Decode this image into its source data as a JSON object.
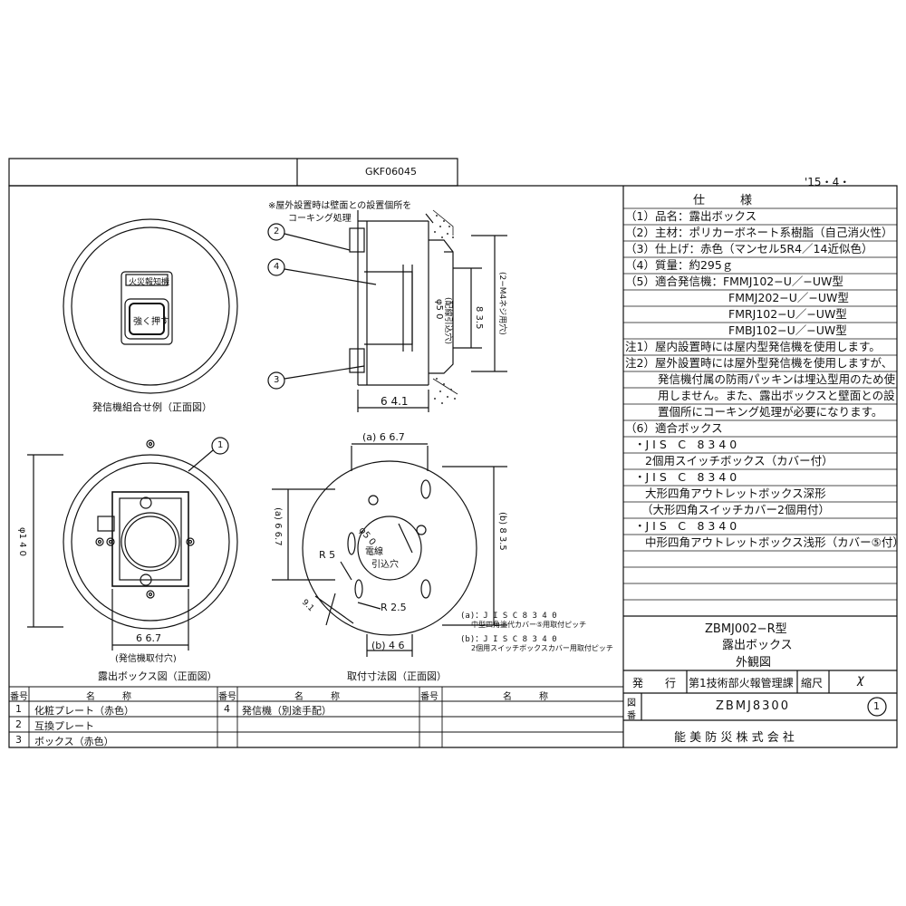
{
  "header": {
    "doc_code": "GKF06045",
    "date": "'15・4・"
  },
  "notes": {
    "caulking_1": "※屋外設置時は壁面との設置個所を",
    "caulking_2": "コーキング処理"
  },
  "figures": {
    "front_combo_caption": "発信機組合せ例（正面図）",
    "box_front_caption": "露出ボックス図（正面図）",
    "mount_caption": "取付寸法図（正面図）",
    "panel_label": "火災報知機",
    "button_label": "強く押す",
    "cable_label_1": "電線",
    "cable_label_2": "引込穴"
  },
  "dimensions": {
    "side_width": "6 4.1",
    "phi50_side": "φ5 0",
    "phi50_side_note": "(配線引込穴)",
    "d835_side": "8 3.5",
    "m4_note": "(2−M4ネジ用穴)",
    "phi140": "φ1 4 0",
    "d667_box": "6 6.7",
    "box_mount_note": "(発信機取付穴)",
    "a667_top": "(a) 6 6.7",
    "a667_left": "(a) 6 6.7",
    "b835_right": "(b) 8 3.5",
    "b46_bottom": "(b) 4 6",
    "phi50_mount": "φ5 0",
    "r5": "R 5",
    "r25": "R 2.5",
    "d91": "9.1",
    "pitch_a": "(a)：J I S  C  8 3 4 0",
    "pitch_a_note": "中型四角塗代カバー⑤用取付ピッチ",
    "pitch_b": "(b)：J I S  C  8 3 4 0",
    "pitch_b_note": "2個用スイッチボックスカバー用取付ピッチ"
  },
  "callouts": [
    "1",
    "2",
    "3",
    "4"
  ],
  "spec": {
    "title": "仕　　　様",
    "rows": [
      "（1）品名：露出ボックス",
      "（2）主材：ポリカーボネート系樹脂（自己消火性）",
      "（3）仕上げ：赤色（マンセル5R4／14近似色）",
      "（4）質量：約295ｇ",
      "（5）適合発信機：FMMJ102−U／−UW型",
      "FMMJ202−U／−UW型",
      "FMRJ102−U／−UW型",
      "FMBJ102−U／−UW型",
      "注1）屋内設置時には屋内型発信機を使用します。",
      "注2）屋外設置時には屋外型発信機を使用しますが、",
      "発信機付属の防雨パッキンは埋込型用のため使",
      "用しません。また、露出ボックスと壁面との設",
      "置個所にコーキング処理が必要になります。",
      "（6）適合ボックス",
      "・J I S　C　8 3 4 0",
      "2個用スイッチボックス（カバー付）",
      "・J I S　C　8 3 4 0",
      "大形四角アウトレットボックス深形",
      "（大形四角スイッチカバー2個用付）",
      "・J I S　C　8 3 4 0",
      "中形四角アウトレットボックス浅形（カバー⑤付）"
    ]
  },
  "title_block": {
    "model": "ZBMJ002−R型",
    "name": "露出ボックス",
    "kind": "外観図",
    "issue_label": "発　　行",
    "dept": "第1技術部火報管理課",
    "scale_label": "縮尺",
    "scale_value": "χ",
    "drawing_no_label_1": "図",
    "drawing_no_label_2": "番",
    "drawing_no": "ZBMJ8300",
    "revision": "1",
    "company": "能 美 防 災 株 式 会 社"
  },
  "parts_table": {
    "header_no": "番号",
    "header_name": "名　　　称",
    "rows": [
      {
        "no": "1",
        "name": "化粧プレート（赤色）"
      },
      {
        "no": "2",
        "name": "互換プレート"
      },
      {
        "no": "3",
        "name": "ボックス（赤色）"
      },
      {
        "no": "4",
        "name": "発信機（別途手配）"
      }
    ]
  }
}
